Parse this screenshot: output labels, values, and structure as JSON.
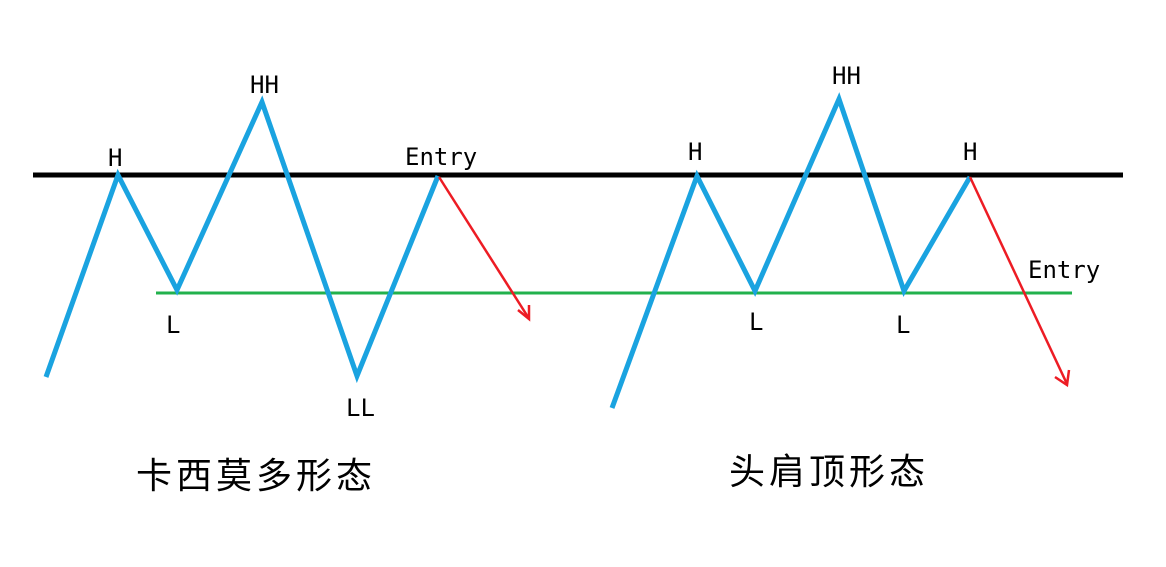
{
  "colors": {
    "price_line": "#1aa3e0",
    "resistance_line": "#000000",
    "support_line": "#22b14c",
    "entry_arrow": "#ed1c24"
  },
  "left_pattern": {
    "title": "卡西莫多形态",
    "labels": {
      "h": "H",
      "hh": "HH",
      "l": "L",
      "ll": "LL",
      "entry": "Entry"
    }
  },
  "right_pattern": {
    "title": "头肩顶形态",
    "labels": {
      "h1": "H",
      "hh": "HH",
      "h2": "H",
      "l1": "L",
      "l2": "L",
      "entry": "Entry"
    }
  }
}
